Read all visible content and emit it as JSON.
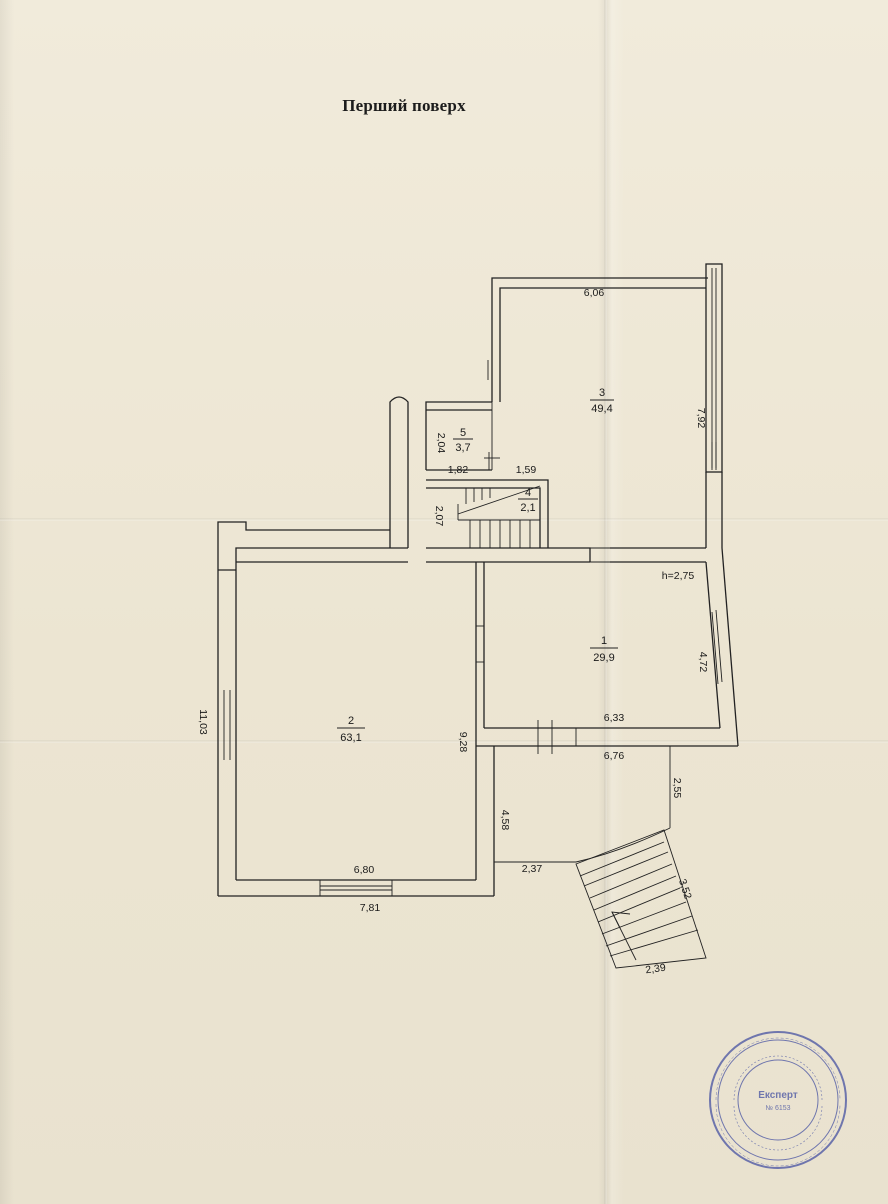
{
  "title": "Перший поверх",
  "height_label": "h=2,75",
  "rooms": [
    {
      "number": "1",
      "area": "29,9"
    },
    {
      "number": "2",
      "area": "63,1"
    },
    {
      "number": "3",
      "area": "49,4"
    },
    {
      "number": "4",
      "area": "2,1"
    },
    {
      "number": "5",
      "area": "3,7"
    }
  ],
  "dimensions": {
    "room3_top": "6,06",
    "room3_right": "7,92",
    "room5_left": "2,04",
    "room5_bottom": "1,82",
    "room5_bottom_right": "1,59",
    "stair_left": "2,07",
    "room1_right": "4,72",
    "room1_bottom_inner": "6,33",
    "room1_bottom_outer": "6,76",
    "room2_left": "11,03",
    "room2_right": "9,28",
    "room2_bottom_inner": "6,80",
    "room2_bottom_outer": "7,81",
    "porch_left": "4,58",
    "porch_bottom": "2,37",
    "porch_right": "2,55",
    "steps_right": "3,52",
    "steps_bottom": "2,39"
  },
  "stamp": {
    "name": "Експерт",
    "reg": "№ 6153",
    "color": "#5a63a8"
  }
}
